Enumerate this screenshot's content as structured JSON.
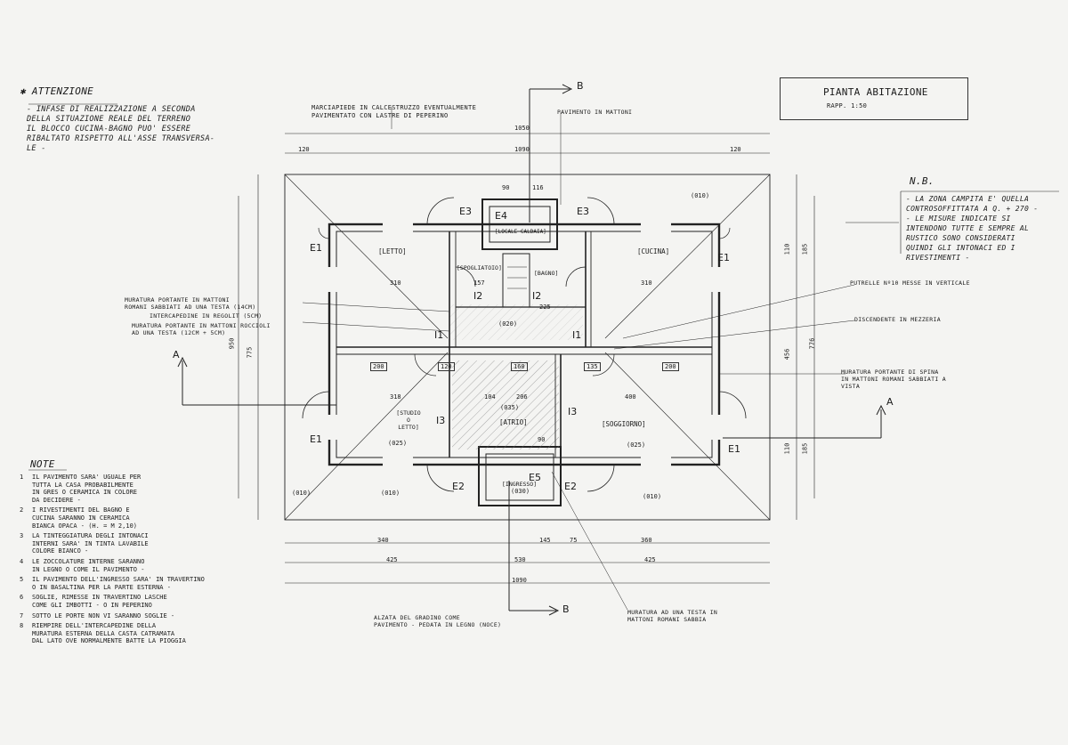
{
  "attention": {
    "heading": "✱ ATTENZIONE",
    "lines": [
      "- INFASE DI REALIZZAZIONE A SECONDA",
      "DELLA SITUAZIONE REALE DEL TERRENO",
      "IL BLOCCO CUCINA-BAGNO PUO' ESSERE",
      "RIBALTATO RISPETTO ALL'ASSE TRANSVERSA-",
      "LE -"
    ]
  },
  "title_block": {
    "title": "PIANTA ABITAZIONE",
    "scale": "RAPP. 1:50"
  },
  "nb": {
    "heading": "N.B.",
    "lines": [
      "- LA ZONA CAMPITA E' QUELLA",
      "CONTROSOFFITTATA A Q. + 270 -",
      "- LE MISURE INDICATE SI",
      "INTENDONO TUTTE E SEMPRE AL",
      "RUSTICO SONO CONSIDERATI",
      "QUINDI GLI INTONACI ED I",
      "RIVESTIMENTI -"
    ]
  },
  "top_notes": {
    "sidewalk": [
      "MARCIAPIEDE IN CALCESTRUZZO EVENTUALMENTE",
      "PAVIMENTATO CON LASTRE DI PEPERINO"
    ],
    "brick_floor": "PAVIMENTO IN MATTONI"
  },
  "side_notes": {
    "wall_left": [
      "MURATURA PORTANTE IN MATTONI",
      "ROMANI SABBIATI AD UNA TESTA (14cm)"
    ],
    "cavity": "INTERCAPEDINE IN REGOLIT (5cm)",
    "wall_left2": [
      "MURATURA PORTANTE IN MATTONI ROCCIOLI",
      "AD UNA TESTA (12cm + 5cm)"
    ],
    "joists": "PUTRELLE Nº10 MESSE IN VERTICALE",
    "downpipe": "DISCENDENTE IN MEZZERIA",
    "wall_right": [
      "MURATURA PORTANTE DI SPINA",
      "IN MATTONI ROMANI SABBIATI A",
      "VISTA"
    ]
  },
  "bottom_notes": {
    "step": [
      "ALZATA DEL GRADINO COME",
      "PAVIMENTO - PEDATA IN LEGNO (NOCE)"
    ],
    "wall_bottom": [
      "MURATURA AD UNA TESTA IN",
      "MATTONI ROMANI SABBIA"
    ]
  },
  "notes": {
    "heading": "NOTE",
    "items": [
      {
        "num": "1",
        "lines": [
          "IL PAVIMENTO SARA' UGUALE PER",
          "TUTTA LA CASA PROBABILMENTE",
          "IN GRES O CERAMICA IN COLORE",
          "DA DECIDERE -"
        ]
      },
      {
        "num": "2",
        "lines": [
          "I RIVESTIMENTI DEL BAGNO E",
          "CUCINA SARANNO IN CERAMICA",
          "BIANCA OPACA - (H. = m 2,10)"
        ]
      },
      {
        "num": "3",
        "lines": [
          "LA TINTEGGIATURA DEGLI INTONACI",
          "INTERNI SARA' IN TINTA LAVABILE",
          "COLORE BIANCO -"
        ]
      },
      {
        "num": "4",
        "lines": [
          "LE ZOCCOLATURE INTERNE SARANNO",
          "IN LEGNO O COME IL PAVIMENTO -"
        ]
      },
      {
        "num": "5",
        "lines": [
          "IL PAVIMENTO DELL'INGRESSO SARA' IN TRAVERTINO",
          "O IN BASALTINA PER LA PARTE ESTERNA -"
        ]
      },
      {
        "num": "6",
        "lines": [
          "SOGLIE, RIMESSE IN TRAVERTINO LASCHE",
          "COME GLI IMBOTTI - O IN PEPERINO"
        ]
      },
      {
        "num": "7",
        "lines": [
          "SOTTO LE PORTE NON VI SARANNO SOGLIE -"
        ]
      },
      {
        "num": "8",
        "lines": [
          "RIEMPIRE DELL'INTERCAPEDINE DELLA",
          "MURATURA ESTERNA DELLA CASTA CATRAMATA",
          "DAL LATO OVE NORMALMENTE BATTE LA PIOGGIA"
        ]
      }
    ]
  },
  "rooms": {
    "letto": "[LETTO]",
    "cucina": "[CUCINA]",
    "spogliatoio": "[SPOGLIATOIO]",
    "bagno": "[BAGNO]",
    "locale_caldaia": "[LOCALE CALDAIA]",
    "studio": "[STUDIO O LETTO]",
    "atrio": "[ATRIO]",
    "soggiorno": "[SOGGIORNO]",
    "ingresso": "[INGRESSO]"
  },
  "labels": {
    "E1a": "E1",
    "E1b": "E1",
    "E1c": "E1",
    "E1d": "E1",
    "E2a": "E2",
    "E2b": "E2",
    "E3a": "E3",
    "E3b": "E3",
    "E4": "E4",
    "E5": "E5",
    "I1a": "I1",
    "I1b": "I1",
    "I2a": "I2",
    "I2b": "I2",
    "I3a": "I3",
    "I3b": "I3",
    "sectionA1": "A",
    "sectionA2": "A",
    "sectionB1": "B",
    "sectionB2": "B"
  },
  "dims": {
    "top_total": "1050",
    "top_inner": "1090",
    "top_left": "120",
    "top_right": "120",
    "bottom_total": "1090",
    "bottom_mid": "530",
    "b340": "340",
    "b425": "425",
    "b145": "145",
    "b75": "75",
    "b360": "360",
    "b425r": "425",
    "t90": "90",
    "t116": "116",
    "r776": "776",
    "l950": "950",
    "l775": "775",
    "r110": "110",
    "r185": "185",
    "r456": "456",
    "r110b": "110",
    "r185b": "185",
    "letto_w": "310",
    "cucina_w": "310",
    "m157": "157",
    "m225": "225",
    "studio_w": "318",
    "m104": "104",
    "m206": "206",
    "m90": "90",
    "soggiorno_w": "400",
    "d200a": "200",
    "d200b": "200",
    "d120": "120",
    "d160": "160",
    "d135": "135",
    "lev1": "(010)",
    "lev2": "(010)",
    "lev3": "(010)",
    "lev4": "(010)",
    "lev5": "(020)",
    "lev6": "(025)",
    "lev7": "(025)",
    "lev8": "(030)",
    "lev9": "(035)"
  }
}
